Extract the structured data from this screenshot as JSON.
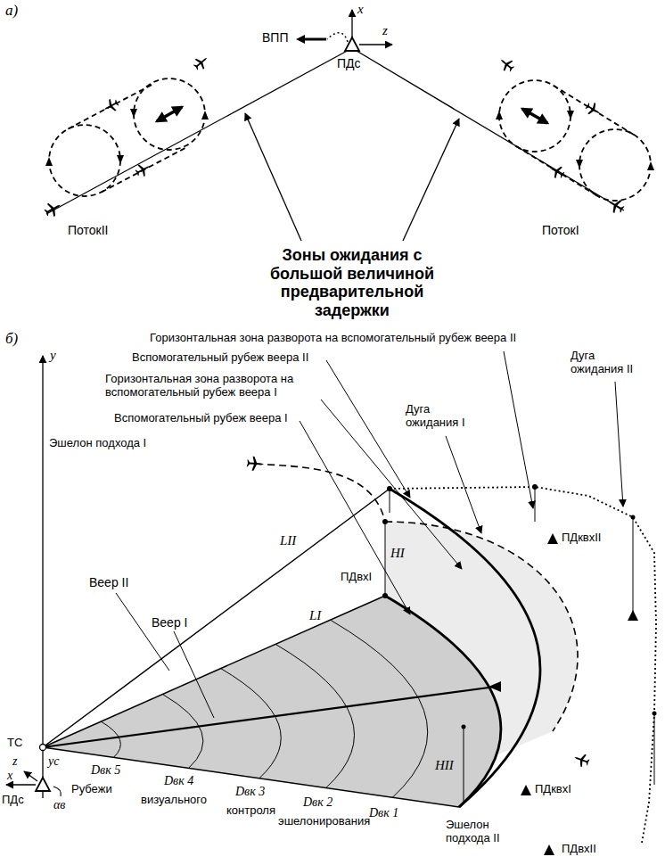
{
  "diagram": {
    "labels": [
      "а)",
      "ВПП",
      "x",
      "z",
      "ПДс",
      "ПотокII",
      "ПотокI",
      "Зоны ожидания с большой величиной предварительной задержки",
      "б)",
      "Горизонтальная зона разворота на вспомогательный рубеж веера II",
      "Вспомогательный рубеж веера II",
      "Дуга ожидания II",
      "Горизонтальная зона разворота на вспомогательный рубеж веера I",
      "Вспомогательный рубеж веера I",
      "Дуга ожидания I",
      "Эшелон подхода I",
      "y",
      "Веер II",
      "Веер I",
      "LII",
      "LI",
      "HI",
      "ПДвхI",
      "ПДквхII",
      "HII",
      "ПДквхI",
      "ТС",
      "yc",
      "z",
      "x",
      "ПДс",
      "αв",
      "Dвк 5",
      "Рубежи",
      "Dвк 4",
      "визуального",
      "Dвк 3",
      "контроля",
      "Dвк 2",
      "эшелонирования",
      "Dвк 1",
      "Эшелон подхода II",
      "ПДвхII"
    ]
  }
}
